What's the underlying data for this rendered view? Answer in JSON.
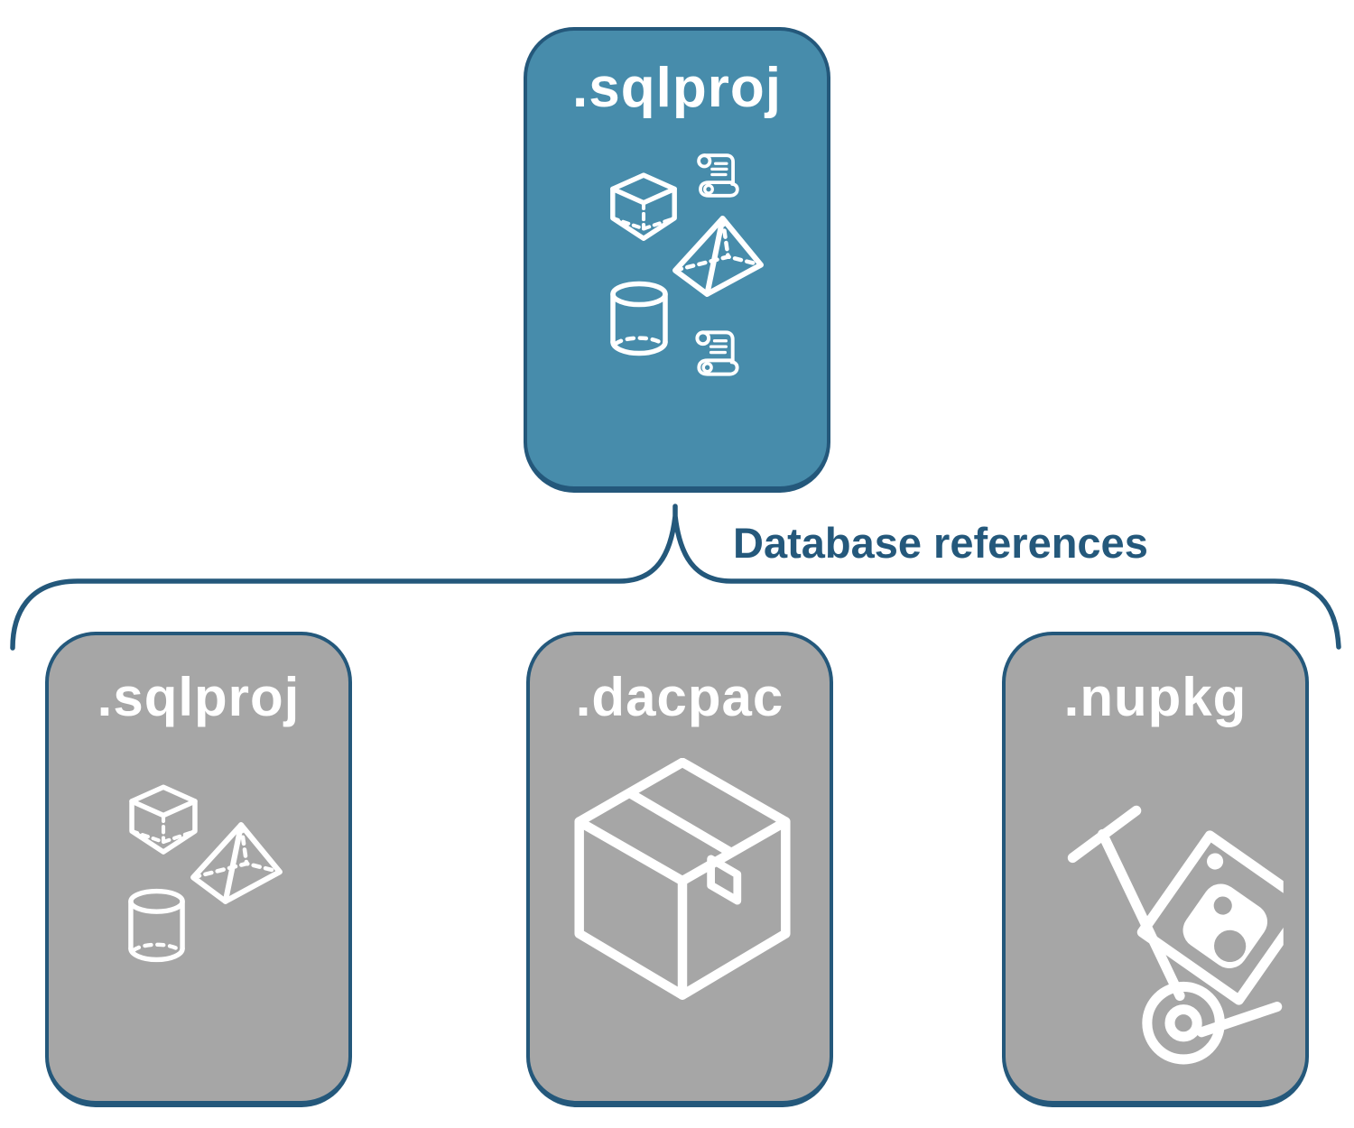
{
  "root": {
    "label": ".sqlproj",
    "icons": [
      "cube-icon",
      "scroll-icon",
      "pyramid-icon",
      "cylinder-icon",
      "scroll-icon"
    ]
  },
  "connector": {
    "label": "Database references"
  },
  "children": [
    {
      "label": ".sqlproj",
      "icons": [
        "cube-icon",
        "pyramid-icon",
        "cylinder-icon"
      ]
    },
    {
      "label": ".dacpac",
      "icons": [
        "package-box-icon"
      ]
    },
    {
      "label": ".nupkg",
      "icons": [
        "nuget-hand-truck-icon"
      ]
    }
  ],
  "colors": {
    "accent_blue": "#478CAB",
    "outline_navy": "#24587B",
    "box_gray": "#A6A6A6",
    "icon_white": "#FFFFFF",
    "background": "#FFFFFF"
  }
}
